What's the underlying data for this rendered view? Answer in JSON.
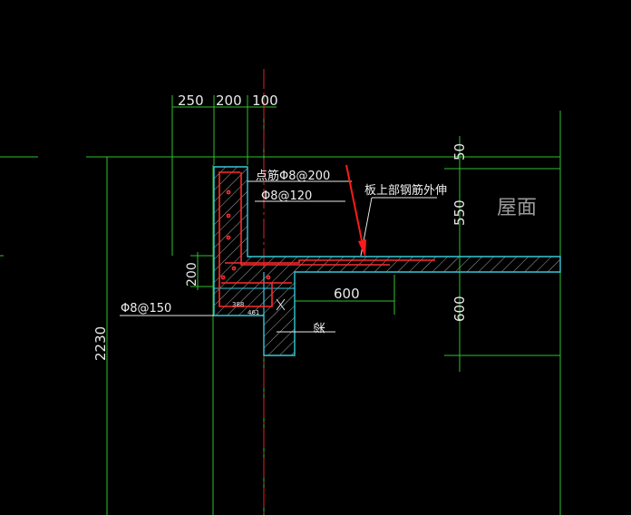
{
  "drawing": {
    "background": "#000000",
    "colors": {
      "dimension_line": "#2fbf2f",
      "concrete_outline": "#35c8d8",
      "rebar": "#ff2a2a",
      "hatch": "#b8b8b8",
      "text": "#e8e8e8",
      "arrow": "#ff1a1a"
    },
    "dimensions": {
      "top_250": "250",
      "top_200": "200",
      "top_100": "100",
      "right_50": "50",
      "right_550": "550",
      "right_600": "600",
      "left_2230": "2230",
      "left_200": "200",
      "slab_600": "600"
    },
    "annotations": {
      "stirrup_note": "点筋Φ8@200",
      "bar_note": "Φ8@120",
      "slab_top_rebar": "板上部钢筋外伸",
      "bottom_bar_note": "Φ8@150",
      "beam_label": "梁",
      "roof_label": "屋面",
      "small_dim_a": "388",
      "small_dim_b": "461"
    }
  }
}
